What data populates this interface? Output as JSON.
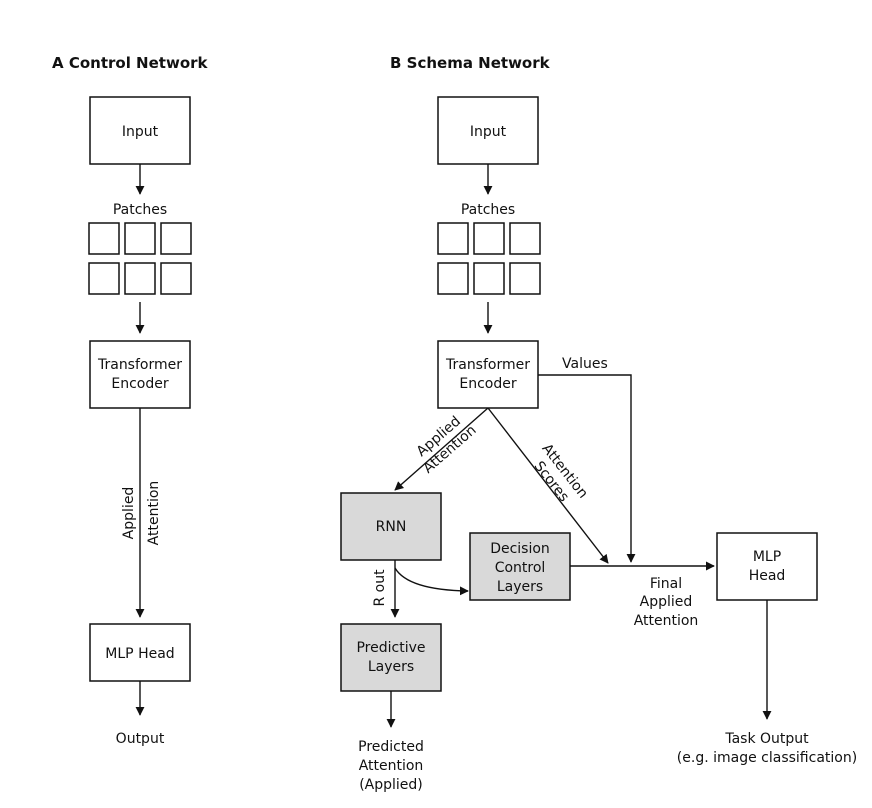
{
  "panel_a": {
    "title": "A  Control Network",
    "input": "Input",
    "patches": "Patches",
    "encoder": [
      "Transformer",
      "Encoder"
    ],
    "applied_attention": [
      "Applied",
      "Attention"
    ],
    "mlp_head": "MLP Head",
    "output": "Output"
  },
  "panel_b": {
    "title": "B  Schema Network",
    "input": "Input",
    "patches": "Patches",
    "encoder": [
      "Transformer",
      "Encoder"
    ],
    "values": "Values",
    "applied_attention": [
      "Applied",
      "Attention"
    ],
    "attention_scores": [
      "Attention",
      "Scores"
    ],
    "rnn": "RNN",
    "r_out": "R out",
    "decision": [
      "Decision",
      "Control",
      "Layers"
    ],
    "predictive": [
      "Predictive",
      "Layers"
    ],
    "final_applied": [
      "Final",
      "Applied",
      "Attention"
    ],
    "mlp_head": [
      "MLP",
      "Head"
    ],
    "predicted": [
      "Predicted",
      "Attention",
      "(Applied)"
    ],
    "task_output": [
      "Task Output",
      "(e.g. image classification)"
    ]
  },
  "colors": {
    "stroke": "#111111",
    "shaded_box": "#d9d9d9"
  }
}
